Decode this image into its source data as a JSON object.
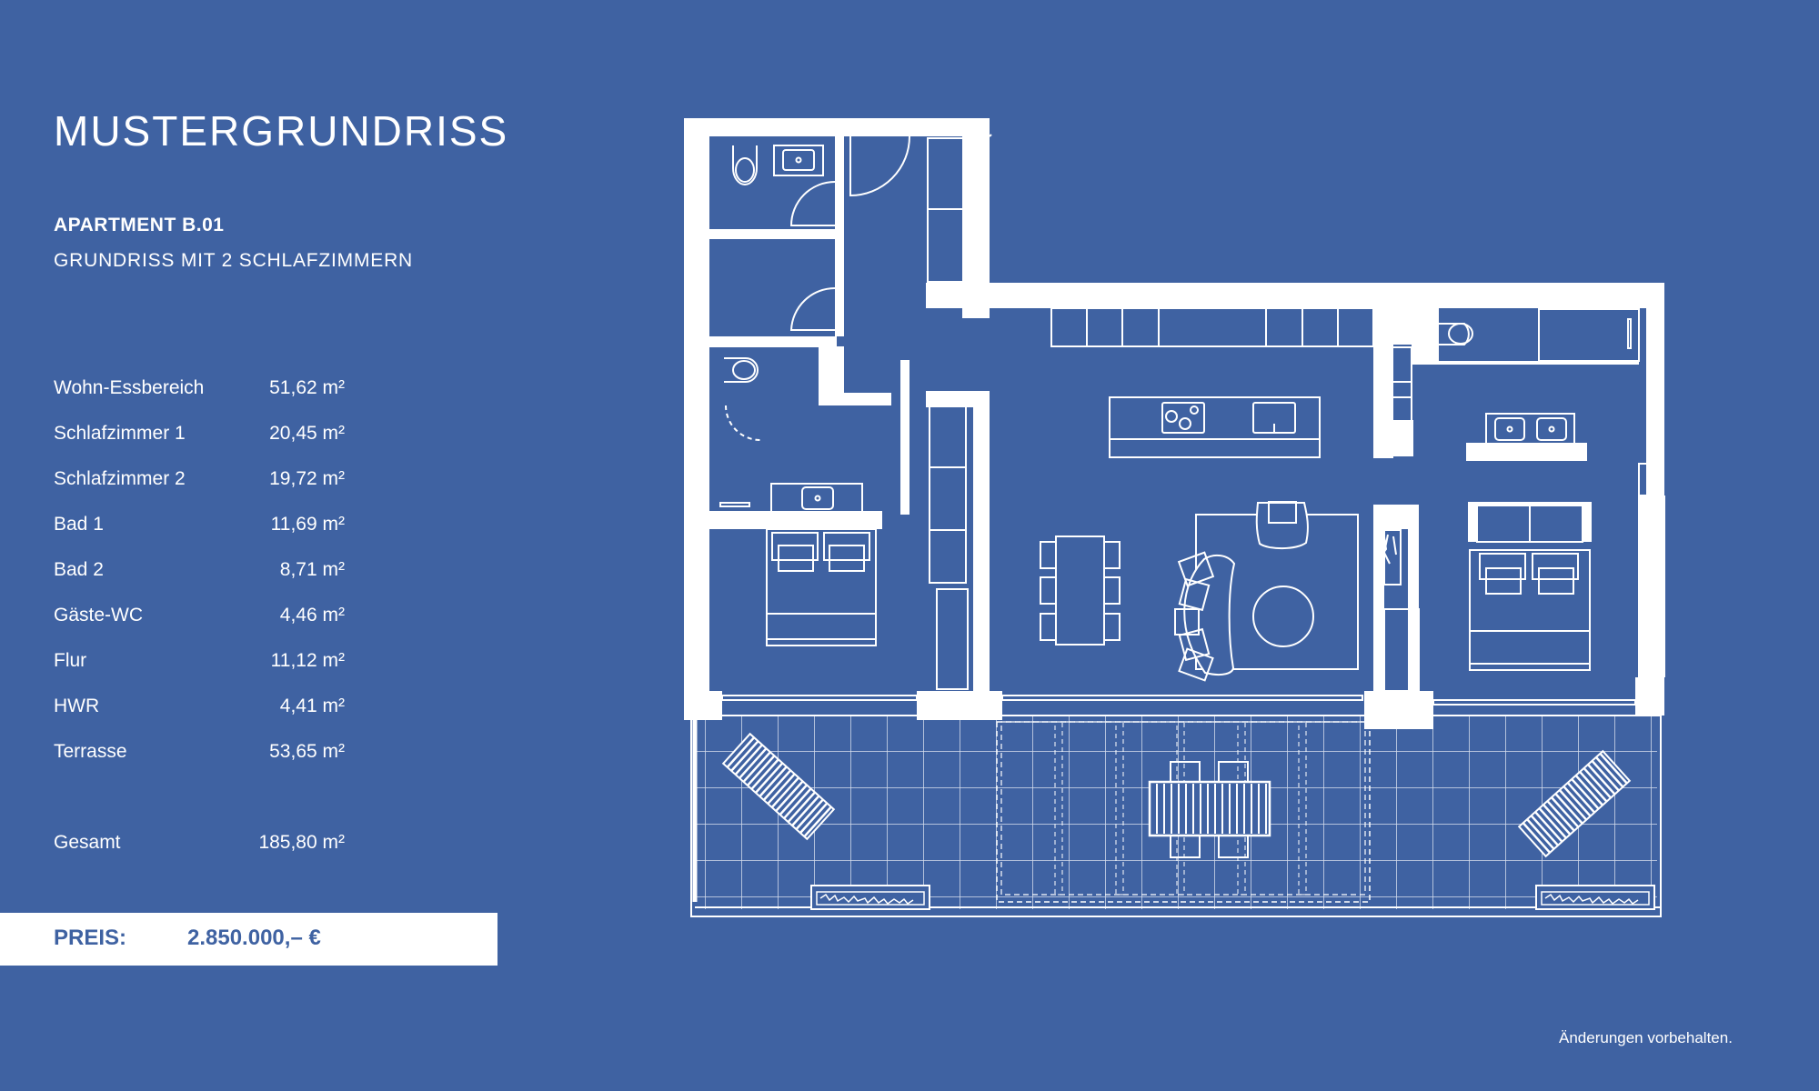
{
  "header": {
    "title": "MUSTERGRUNDRISS",
    "apartment": "APARTMENT B.01",
    "subtitle": "GRUNDRISS MIT 2 SCHLAFZIMMERN"
  },
  "rooms": [
    {
      "name": "Wohn-Essbereich",
      "area": "51,62 m²"
    },
    {
      "name": "Schlafzimmer 1",
      "area": "20,45 m²"
    },
    {
      "name": "Schlafzimmer 2",
      "area": "19,72 m²"
    },
    {
      "name": "Bad 1",
      "area": "11,69 m²"
    },
    {
      "name": "Bad 2",
      "area": "8,71 m²"
    },
    {
      "name": "Gäste-WC",
      "area": "4,46 m²"
    },
    {
      "name": "Flur",
      "area": "11,12 m²"
    },
    {
      "name": "HWR",
      "area": "4,41 m²"
    },
    {
      "name": "Terrasse",
      "area": "53,65 m²"
    }
  ],
  "total": {
    "label": "Gesamt",
    "area": "185,80 m²"
  },
  "price": {
    "label": "PREIS:",
    "value": "2.850.000,– €"
  },
  "footer": {
    "note": "Änderungen vorbehalten."
  },
  "colors": {
    "background": "#3F62A2",
    "foreground": "#FFFFFF"
  },
  "floorplan": {
    "icon": "floorplan-drawing"
  }
}
